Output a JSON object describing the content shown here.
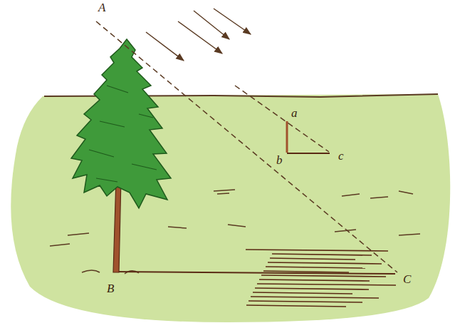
{
  "diagram": {
    "labels": [
      "A",
      "a",
      "b",
      "c",
      "B",
      "C"
    ]
  }
}
